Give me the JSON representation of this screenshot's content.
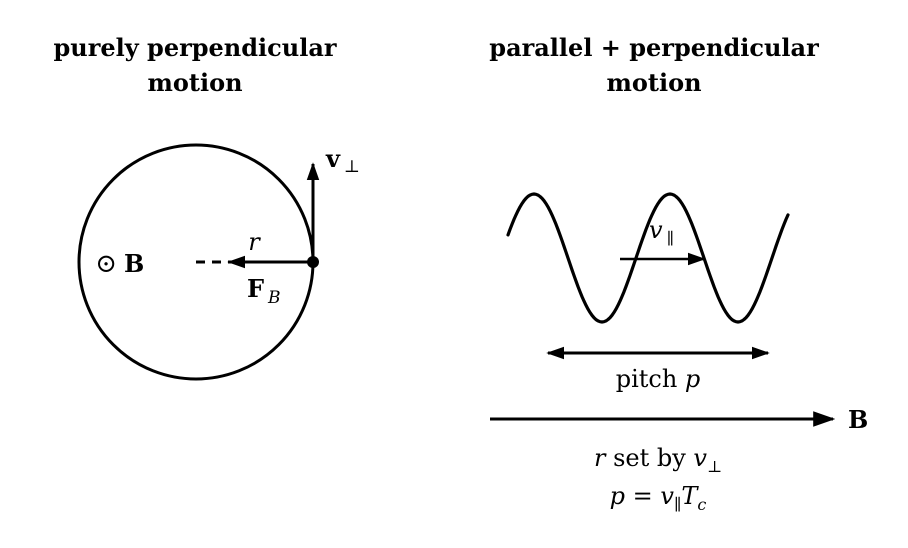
{
  "left_panel": {
    "title_line1": "purely perpendicular",
    "title_line2": "motion",
    "field_symbol": "⊙",
    "field_label": "B",
    "radius_label": "r",
    "force_label_main": "F",
    "force_label_sub": "B",
    "velocity_label_main": "v",
    "velocity_label_sub": "⊥"
  },
  "right_panel": {
    "title_line1": "parallel + perpendicular",
    "title_line2": "motion",
    "parallel_velocity_main": "v",
    "parallel_velocity_sub": "∥",
    "pitch_text": "pitch ",
    "pitch_var": "p",
    "field_label": "B",
    "caption1_r": "r",
    "caption1_mid": " set by ",
    "caption1_v": "v",
    "caption1_sub": "⊥",
    "caption2_p": "p",
    "caption2_eq": " = ",
    "caption2_v": "v",
    "caption2_sub": "∥",
    "caption2_T": "T",
    "caption2_c": "c"
  },
  "colors": {
    "ink": "#000000",
    "background": "#ffffff"
  }
}
